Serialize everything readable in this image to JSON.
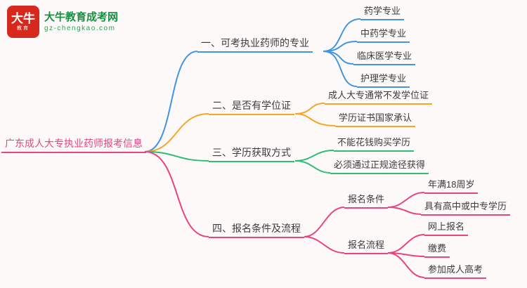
{
  "logo": {
    "badge_main": "大牛",
    "badge_sub": "教育",
    "site_name": "大牛教育成考网",
    "site_url": "gz-chengkao.com"
  },
  "colors": {
    "background": "#fdf9f9",
    "root_pink": "#e8457e",
    "branch_blue": "#4195e1",
    "branch_orange": "#f6a623",
    "branch_green": "#2ebd74",
    "branch_pink": "#e8457e",
    "logo_red": "#d7281e",
    "logo_green": "#15913f"
  },
  "mindmap": {
    "root": "广东成人大专执业药师报考信息",
    "branches": [
      {
        "label": "一、可考执业药师的专业",
        "children": [
          {
            "label": "药学专业"
          },
          {
            "label": "中药学专业"
          },
          {
            "label": "临床医学专业"
          },
          {
            "label": "护理学专业"
          }
        ]
      },
      {
        "label": "二、是否有学位证",
        "children": [
          {
            "label": "成人大专通常不发学位证"
          },
          {
            "label": "学历证书国家承认"
          }
        ]
      },
      {
        "label": "三、学历获取方式",
        "children": [
          {
            "label": "不能花钱购买学历"
          },
          {
            "label": "必须通过正规途径获得"
          }
        ]
      },
      {
        "label": "四、报名条件及流程",
        "children": [
          {
            "label": "报名条件",
            "children": [
              {
                "label": "年满18周岁"
              },
              {
                "label": "具有高中或中专学历"
              }
            ]
          },
          {
            "label": "报名流程",
            "children": [
              {
                "label": "网上报名"
              },
              {
                "label": "缴费"
              },
              {
                "label": "参加成人高考"
              }
            ]
          }
        ]
      }
    ]
  }
}
